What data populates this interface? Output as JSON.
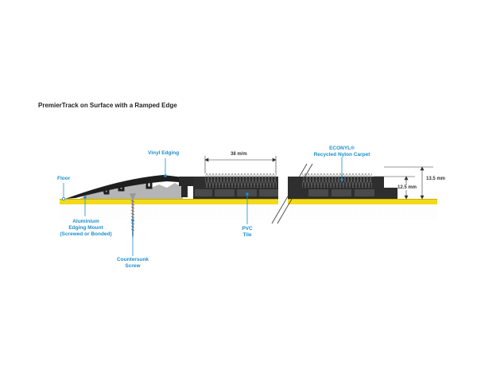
{
  "title": "PremierTrack on Surface with a Ramped Edge",
  "labels": {
    "floor": "Floor",
    "vinyl_edging": "Vinyl Edging",
    "aluminium_1": "Aluminium",
    "aluminium_2": "Edging Mount",
    "aluminium_3": "(Screwed or Bonded)",
    "screw_1": "Countersunk",
    "screw_2": "Screw",
    "pvc_1": "PVC",
    "pvc_2": "Tile",
    "carpet_1": "ECONYL®",
    "carpet_2": "Recycled Nylon Carpet"
  },
  "dimensions": {
    "width": "38 m/m",
    "height_tile": "12.5 mm",
    "height_total": "13.5 mm"
  },
  "colors": {
    "accent": "#1b8fcc",
    "floor": "#f2d91a",
    "tile": "#2e2e2e",
    "aluminium": "#b5b5b5"
  }
}
